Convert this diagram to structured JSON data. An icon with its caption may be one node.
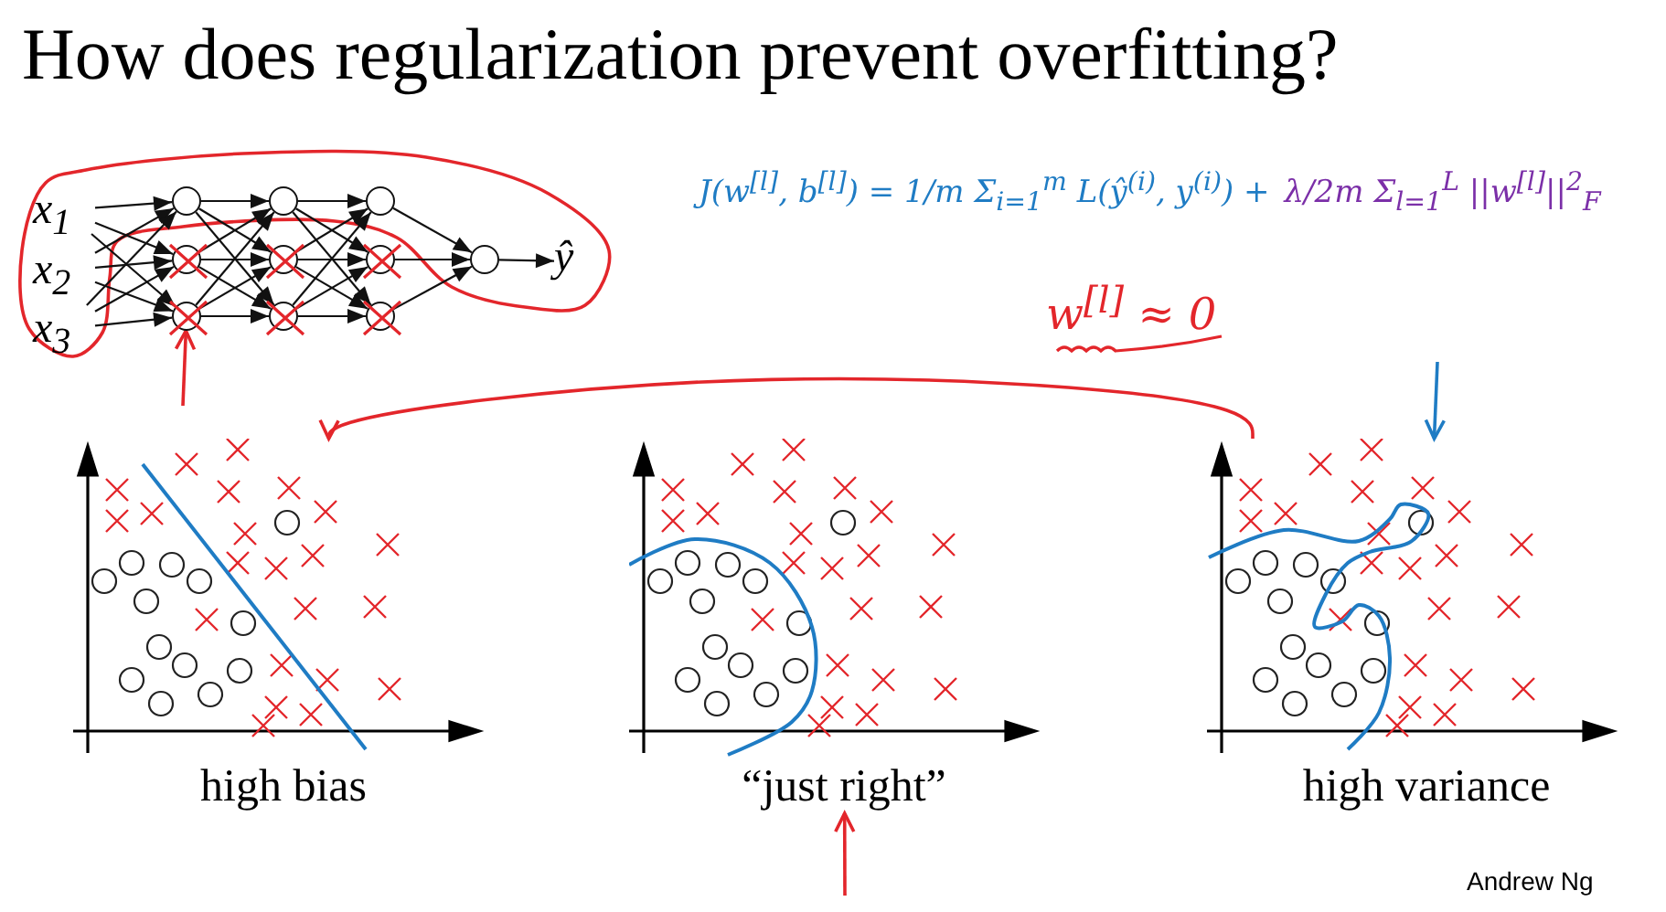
{
  "diagram": {
    "title": "How does regularization prevent overfitting?",
    "nodes": [
      {
        "text": [
          "x$_{1}$"
        ]
      },
      {
        "text": [
          "x$_{2}$"
        ]
      },
      {
        "text": [
          "x$_{3}$"
        ]
      },
      {
        "text": [],
        "shape": "circle"
      },
      {
        "text": [],
        "shape": "circle"
      },
      {
        "text": [],
        "shape": "circle"
      },
      {
        "text": [],
        "shape": "circle"
      },
      {
        "text": [],
        "shape": "circle"
      },
      {
        "text": [],
        "shape": "circle"
      },
      {
        "text": [],
        "shape": "circle"
      },
      {
        "text": [],
        "shape": "circle"
      },
      {
        "text": [],
        "shape": "circle"
      },
      {
        "text": [],
        "shape": "circle"
      },
      {
        "text": [
          "ŷ"
        ]
      },
      {
        "text": [
          "high bias"
        ]
      },
      {
        "text": [
          "“just right”"
        ]
      },
      {
        "text": [
          "high variance"
        ]
      }
    ],
    "edges": [
      {
        "from": 0,
        "to": 3,
        "arrow": "to"
      },
      {
        "from": 0,
        "to": 4,
        "arrow": "to"
      },
      {
        "from": 0,
        "to": 5,
        "arrow": "to"
      },
      {
        "from": 1,
        "to": 3,
        "arrow": "to"
      },
      {
        "from": 1,
        "to": 4,
        "arrow": "to"
      },
      {
        "from": 1,
        "to": 5,
        "arrow": "to"
      },
      {
        "from": 2,
        "to": 3,
        "arrow": "to"
      },
      {
        "from": 2,
        "to": 4,
        "arrow": "to"
      },
      {
        "from": 2,
        "to": 5,
        "arrow": "to"
      },
      {
        "from": 3,
        "to": 6,
        "arrow": "to"
      },
      {
        "from": 3,
        "to": 7,
        "arrow": "to"
      },
      {
        "from": 3,
        "to": 8,
        "arrow": "to"
      },
      {
        "from": 4,
        "to": 6,
        "arrow": "to"
      },
      {
        "from": 4,
        "to": 7,
        "arrow": "to"
      },
      {
        "from": 4,
        "to": 8,
        "arrow": "to"
      },
      {
        "from": 5,
        "to": 6,
        "arrow": "to"
      },
      {
        "from": 5,
        "to": 7,
        "arrow": "to"
      },
      {
        "from": 5,
        "to": 8,
        "arrow": "to"
      },
      {
        "from": 6,
        "to": 9,
        "arrow": "to"
      },
      {
        "from": 6,
        "to": 10,
        "arrow": "to"
      },
      {
        "from": 6,
        "to": 11,
        "arrow": "to"
      },
      {
        "from": 7,
        "to": 9,
        "arrow": "to"
      },
      {
        "from": 7,
        "to": 10,
        "arrow": "to"
      },
      {
        "from": 7,
        "to": 11,
        "arrow": "to"
      },
      {
        "from": 8,
        "to": 9,
        "arrow": "to"
      },
      {
        "from": 8,
        "to": 10,
        "arrow": "to"
      },
      {
        "from": 8,
        "to": 11,
        "arrow": "to"
      },
      {
        "from": 9,
        "to": 12,
        "arrow": "to"
      },
      {
        "from": 10,
        "to": 12,
        "arrow": "to"
      },
      {
        "from": 11,
        "to": 12,
        "arrow": "to"
      },
      {
        "from": 12,
        "to": 13,
        "arrow": "to"
      },
      {
        "from": 16,
        "to": 14,
        "arrow": "to",
        "color": "#e3262b"
      },
      {
        "from": null,
        "to": 5,
        "arrow": "to",
        "color": "#e3262b"
      },
      {
        "from": null,
        "to": 15,
        "arrow": "to",
        "color": "#e3262b"
      },
      {
        "from": null,
        "to": 16,
        "arrow": "to",
        "color": "#1f7cc4"
      }
    ],
    "labels": [
      "J(w$^{[l]}$, b$^{[l]}$) = 1/m Σ$_{i=1}$$^{m}$ L(ŷ$^{(i)}$, y$^{(i)}$) +",
      "λ/2m Σ$_{l=1}$$^{L}$ ||w$^{[l]}$||$^{2}$$_{F}$",
      "w$^{[l]}$ ≈ 0",
      "Andrew Ng"
    ]
  }
}
